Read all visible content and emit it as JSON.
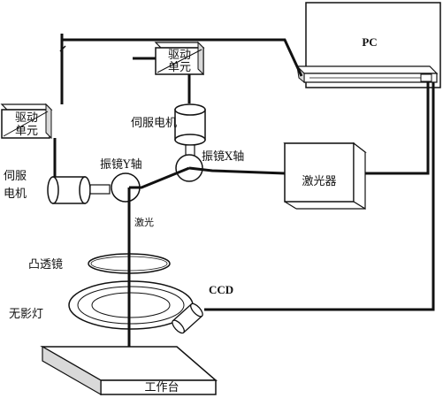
{
  "labels": {
    "pc": "PC",
    "drive_unit_top_line1": "驱动",
    "drive_unit_top_line2": "单元",
    "drive_unit_left_line1": "驱动",
    "drive_unit_left_line2": "单元",
    "servo_motor_top": "伺服电机",
    "servo_motor_left_line1": "伺服",
    "servo_motor_left_line2": "电机",
    "galvo_y": "振镜Y轴",
    "galvo_x": "振镜X轴",
    "laser": "激光器",
    "laser_beam": "激光",
    "convex_lens": "凸透镜",
    "ccd": "CCD",
    "shadowless_lamp": "无影灯",
    "worktable": "工作台"
  },
  "colors": {
    "line": "#111111",
    "background": "#ffffff",
    "box_fill": "#ffffff",
    "shade": "#d9d9d9"
  }
}
